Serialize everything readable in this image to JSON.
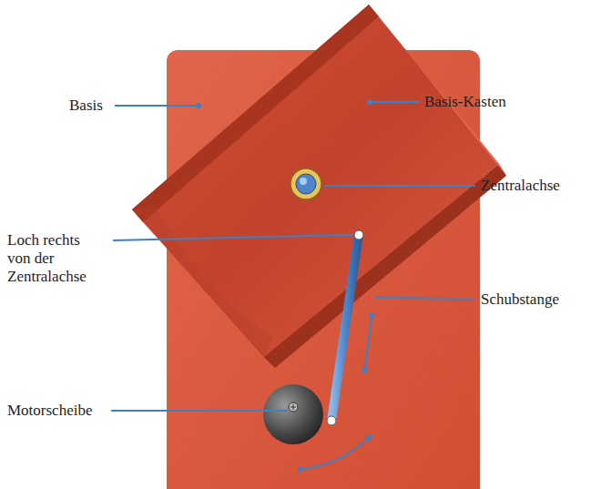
{
  "diagram": {
    "labels": [
      "Basis",
      "Basis-Kasten",
      "Zentralachse",
      "Loch rechts von der Zentralachse",
      "Schubstange",
      "Motorscheibe"
    ]
  }
}
